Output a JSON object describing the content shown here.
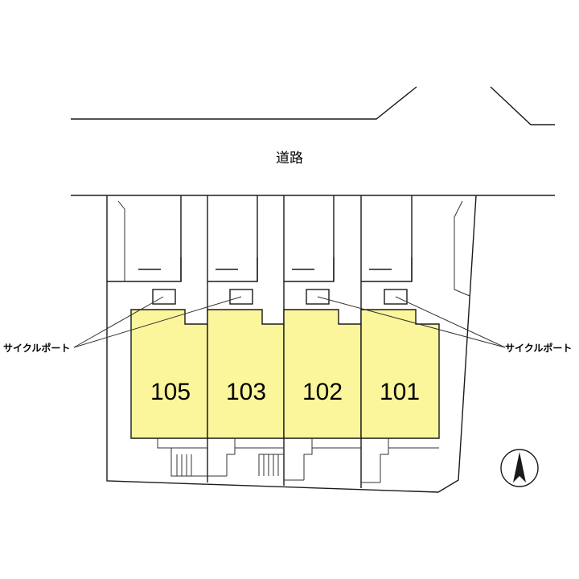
{
  "road_label": "道路",
  "units": [
    {
      "number": "105"
    },
    {
      "number": "103"
    },
    {
      "number": "102"
    },
    {
      "number": "101"
    }
  ],
  "cycle_port_left": "サイクルポート",
  "cycle_port_right": "サイクルポート",
  "colors": {
    "unit_fill": "#fbf59b",
    "line": "#1a1a1a"
  },
  "north_arrow_icon": "north-arrow-icon"
}
